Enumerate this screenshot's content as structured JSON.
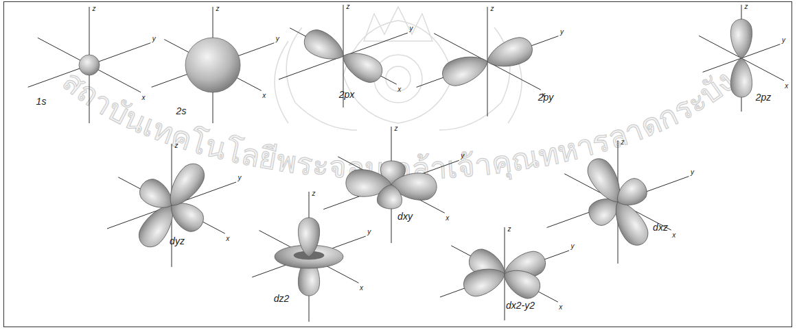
{
  "diagram": {
    "labels": [
      "z",
      "y",
      "x",
      "1s",
      "z",
      "y",
      "x",
      "2s",
      "z",
      "y",
      "x",
      "2px",
      "z",
      "y",
      "x",
      "2py",
      "z",
      "y",
      "x",
      "2pz",
      "z",
      "y",
      "x",
      "dyz",
      "z",
      "y",
      "x",
      "dxy",
      "z",
      "y",
      "x",
      "dxz",
      "z",
      "y",
      "x",
      "dz2",
      "z",
      "y",
      "x",
      "dx2-y2",
      "สถาบันเทคโนโลยีพระจอมเกล้าเจ้าคุณทหารลาดกระบัง"
    ]
  }
}
